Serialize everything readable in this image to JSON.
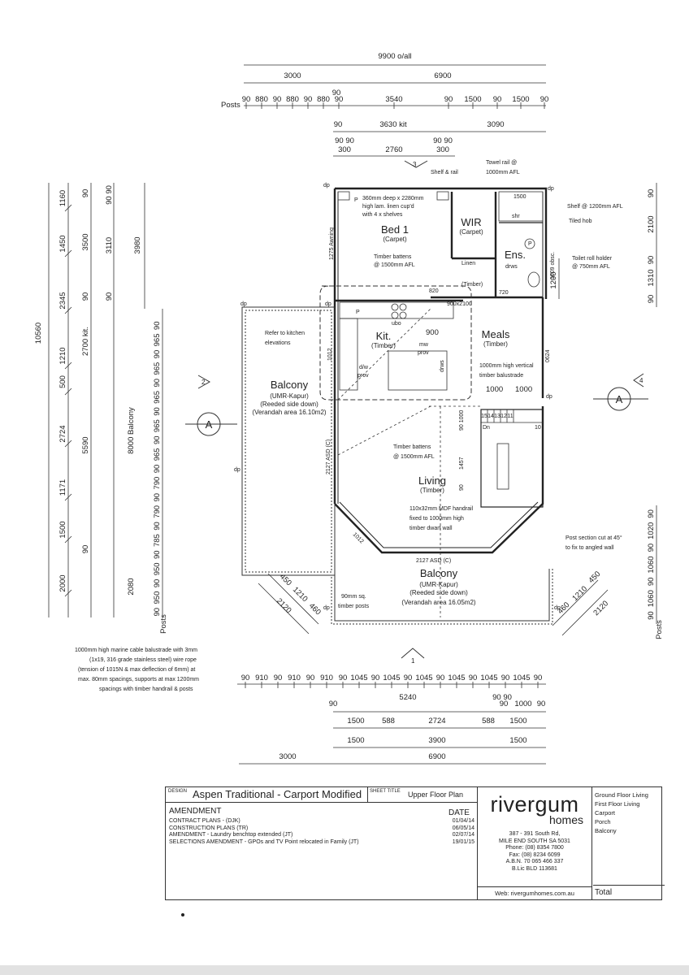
{
  "dims": {
    "overall": "9900 o/all",
    "top_row1": [
      "3000",
      "6900"
    ],
    "posts_label": "Posts",
    "top_posts": [
      "90",
      "880",
      "90",
      "880",
      "90",
      "880",
      "90",
      "3540",
      "90",
      "1500",
      "90",
      "1500",
      "90"
    ],
    "top_post_90": "90",
    "top_row3": [
      "90",
      "3630 kit",
      "3090"
    ],
    "top_row4": [
      "90 90",
      "90 90"
    ],
    "top_row5": [
      "300",
      "2760",
      "300"
    ],
    "left_outer": [
      "10560"
    ],
    "left_col2": [
      "1160",
      "1450",
      "2345",
      "1210",
      "500",
      "2724",
      "1171",
      "1500",
      "2000"
    ],
    "left_col3": [
      "90",
      "3500",
      "90",
      "2700 kit.",
      "5590",
      "90"
    ],
    "left_col4": [
      "90 90",
      "3110",
      "90",
      "8000 Balcony",
      "2080"
    ],
    "left_col5": [
      "3980"
    ],
    "left_posts": [
      "90",
      "965",
      "90",
      "965",
      "90",
      "965",
      "90",
      "965",
      "90",
      "965",
      "90",
      "790",
      "90",
      "790",
      "90",
      "785",
      "90",
      "950",
      "90",
      "950",
      "90"
    ],
    "left_posts_label": "Posts",
    "right_col": [
      "90",
      "2100",
      "90",
      "1310",
      "90",
      "1200"
    ],
    "right_posts": [
      "90",
      "1020",
      "90",
      "1060",
      "90",
      "1060",
      "90"
    ],
    "right_posts_label": "Posts",
    "bot_posts": [
      "90",
      "910",
      "90",
      "910",
      "90",
      "910",
      "90",
      "1045",
      "90",
      "1045",
      "90",
      "1045",
      "90",
      "1045",
      "90",
      "1045",
      "90",
      "1045",
      "90"
    ],
    "bot_row2": [
      "90",
      "5240",
      "90 90",
      "90",
      "1000",
      "90"
    ],
    "bot_row3": [
      "1500",
      "588",
      "2724",
      "588",
      "1500"
    ],
    "bot_row4": [
      "1500",
      "3900",
      "1500"
    ],
    "bot_row5": [
      "3000",
      "6900"
    ],
    "diag_left": [
      "450",
      "1210",
      "460",
      "2120"
    ],
    "diag_right": [
      "460",
      "1210",
      "450",
      "2120"
    ]
  },
  "rooms": {
    "bed1": "Bed 1",
    "bed1_sub": "(Carpet)",
    "wir": "WIR",
    "wir_sub": "(Carpet)",
    "ens": "Ens.",
    "kit": "Kit.",
    "kit_sub": "(Timber)",
    "meals": "Meals",
    "meals_sub": "(Timber)",
    "living": "Living",
    "living_sub": "(Timber)",
    "balcony_left": "Balcony",
    "balcony_left_sub1": "(UMR-Kapur)",
    "balcony_left_sub2": "(Reeded side down)",
    "balcony_left_sub3": "(Verandah area 16.10m2)",
    "balcony_bottom": "Balcony",
    "balcony_bottom_sub1": "(UMR-Kapur)",
    "balcony_bottom_sub2": "(Reeded side down)",
    "balcony_bottom_sub3": "(Verandah area 16.05m2)"
  },
  "notes": {
    "linen1": "360mm deep x 2280mm",
    "linen2": "high lam. linen cup'd",
    "linen3": "with 4 x shelves",
    "battens1": "Timber battens",
    "battens2": "@ 1500mm AFL",
    "shelf_rail": "Shelf & rail",
    "towel1": "Towel rail @",
    "towel2": "1000mm AFL",
    "shelf1200": "Shelf @ 1200mm AFL",
    "tiled_hob": "Tiled hob",
    "toilet1": "Toilet roll holder",
    "toilet2": "@ 750mm AFL",
    "awning": "1275 Awning",
    "linen": "Linen",
    "timber": "(Timber)",
    "refer1": "Refer to kitchen",
    "refer2": "elevations",
    "baluster1": "1000mm high vertical",
    "baluster2": "timber balustrade",
    "battens_living1": "Timber battens",
    "battens_living2": "@ 1500mm AFL",
    "handrail1": "110x32mm MDF handrail",
    "handrail2": "fixed to 1000mm high",
    "handrail3": "timber dwarf wall",
    "post_section1": "Post section cut at 45°",
    "post_section2": "to fix to angled wall",
    "posts_sq1": "90mm sq.",
    "posts_sq2": "timber posts",
    "marine1": "1000mm high marine cable balustrade with 3mm",
    "marine2": "(1x19, 316 grade stainless steel) wire rope",
    "marine3": "(tension of 1015N & max deflection of 6mm) at",
    "marine4": "max. 80mm spacings, supports at max 1200mm",
    "marine5": "spacings with timber handrail & posts",
    "asd_left": "2127 ASD (C)",
    "asd_bottom": "2127 ASD (C)",
    "ubo": "ubo",
    "mw": "mw",
    "prov": "prov",
    "dw": "d/w",
    "dwprov": "prov",
    "drws": "drws",
    "d1000a": "1000",
    "d1000b": "1000",
    "d900": "900",
    "d820": "820",
    "d720": "720",
    "d900x2100": "900x2100",
    "d1012a": "1012",
    "d1012b": "1012",
    "d0624": "0624",
    "d1009": "1009 obsc.",
    "dn": "Dn",
    "shr": "shr",
    "dp": "dp",
    "p": "P",
    "section": "A",
    "ref2": "2",
    "ref3": "3",
    "ref4": "4",
    "ref1": "1",
    "stairs": [
      "15",
      "14",
      "13",
      "12",
      "11"
    ],
    "stair10": "10",
    "d1457": "1457",
    "d1000c": "90 1000",
    "d90": "90",
    "d1500": "1500"
  },
  "titleblock": {
    "design_caption": "DESIGN",
    "design": "Aspen Traditional - Carport Modified",
    "sheet_caption": "SHEET TITLE",
    "sheet": "Upper Floor Plan",
    "amendment_heading": "AMENDMENT",
    "date_heading": "DATE",
    "amendments": [
      {
        "text": "CONTRACT PLANS - (DJK)",
        "date": "01/04/14"
      },
      {
        "text": "CONSTRUCTION PLANS (TR)",
        "date": "06/05/14"
      },
      {
        "text": "AMENDMENT - Laundry benchtop extended (JT)",
        "date": "02/07/14"
      },
      {
        "text": "SELECTIONS AMENDMENT - GPOs and TV Point relocated in Family (JT)",
        "date": "19/01/15"
      }
    ],
    "logo": "rivergum",
    "logo_sub": "homes",
    "address": [
      "387 - 391 South Rd,",
      "MILE END SOUTH SA 5031",
      "Phone: (08) 8354 7800",
      "Fax: (08) 8234 6099",
      "A.B.N. 70 065 466 337",
      "B.Lic BLD 113681"
    ],
    "web": "Web: rivergumhomes.com.au",
    "areas": [
      "Ground Floor Living",
      "First Floor Living",
      "Carport",
      "Porch",
      "Balcony"
    ],
    "total": "Total"
  }
}
